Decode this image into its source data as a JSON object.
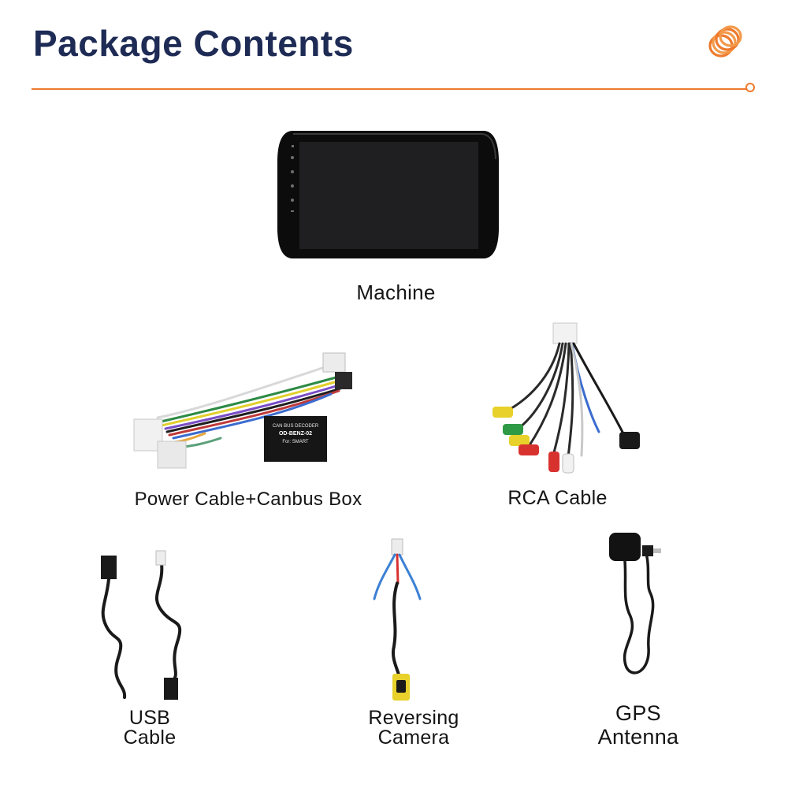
{
  "header": {
    "title": "Package Contents",
    "accent_color": "#ee7a2e",
    "title_color": "#1e2b55",
    "logo_icon": "orange-coil-logo"
  },
  "items": {
    "machine": {
      "label": "Machine"
    },
    "power_cable": {
      "label": "Power Cable+Canbus Box",
      "box_text": [
        "CAN BUS DECODER",
        "OD-BENZ-02",
        "For: SMART"
      ]
    },
    "rca_cable": {
      "label": "RCA Cable"
    },
    "usb_cable": {
      "label_line1": "USB",
      "label_line2": "Cable"
    },
    "reversing_camera": {
      "label_line1": "Reversing",
      "label_line2": "Camera"
    },
    "gps_antenna": {
      "label_line1": "GPS",
      "label_line2": "Antenna"
    }
  }
}
